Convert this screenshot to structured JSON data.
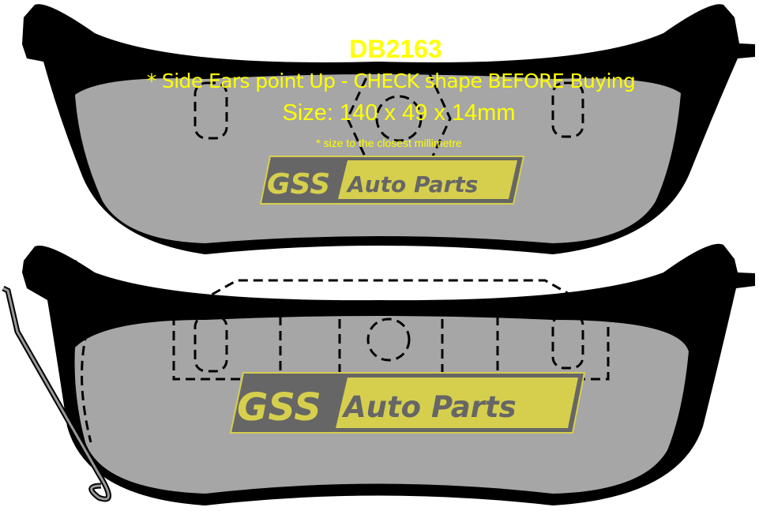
{
  "product": {
    "code": "DB2163",
    "orientation_note": "* Side Ears point Up - CHECK shape BEFORE Buying",
    "size": "Size: 140 x 49 x 14mm",
    "size_note": "* size to the closest millimetre"
  },
  "logo": {
    "part1": "GSS",
    "part2": "Auto Parts"
  },
  "colors": {
    "pad_fill": "#a6a6a6",
    "backing": "#000000",
    "text": "#ffff00",
    "logo_dark": "#666666",
    "logo_yellow": "#d6cf4e"
  }
}
